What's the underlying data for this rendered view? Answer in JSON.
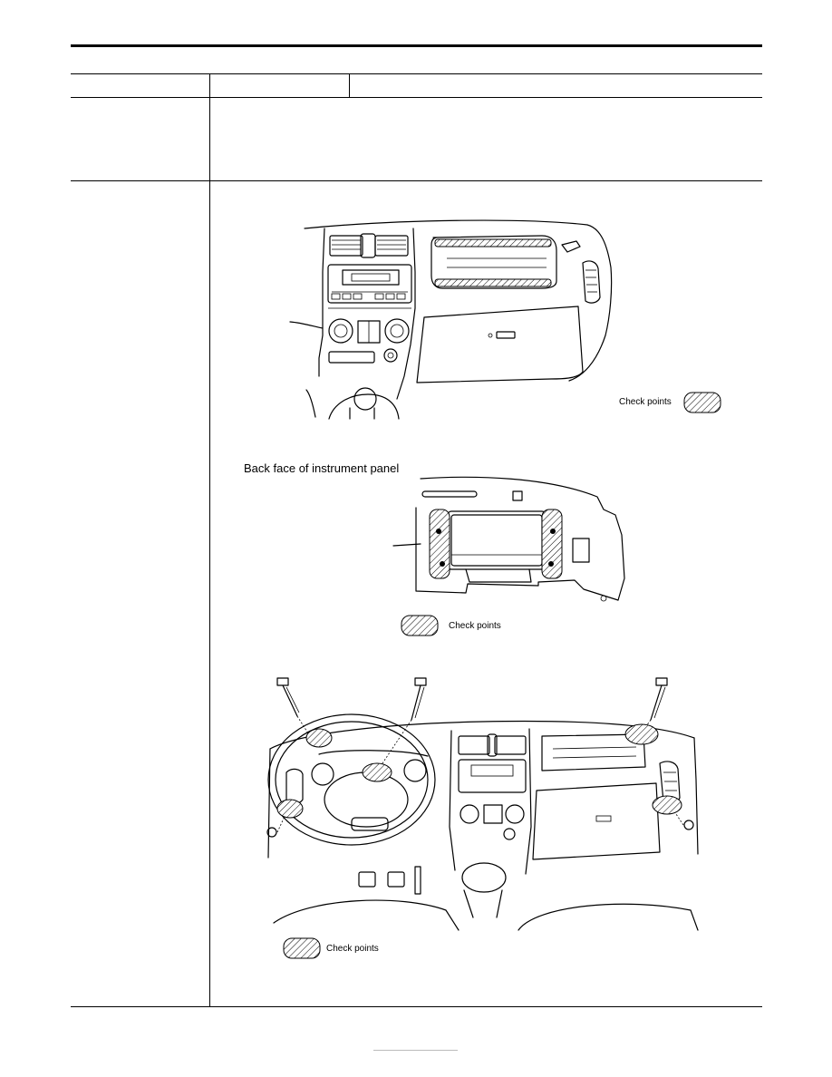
{
  "figure1": {
    "legend_label": "Check points"
  },
  "figure2": {
    "title": "Back face of instrument panel",
    "legend_label": "Check points"
  },
  "figure3": {
    "legend_label": "Check points"
  }
}
